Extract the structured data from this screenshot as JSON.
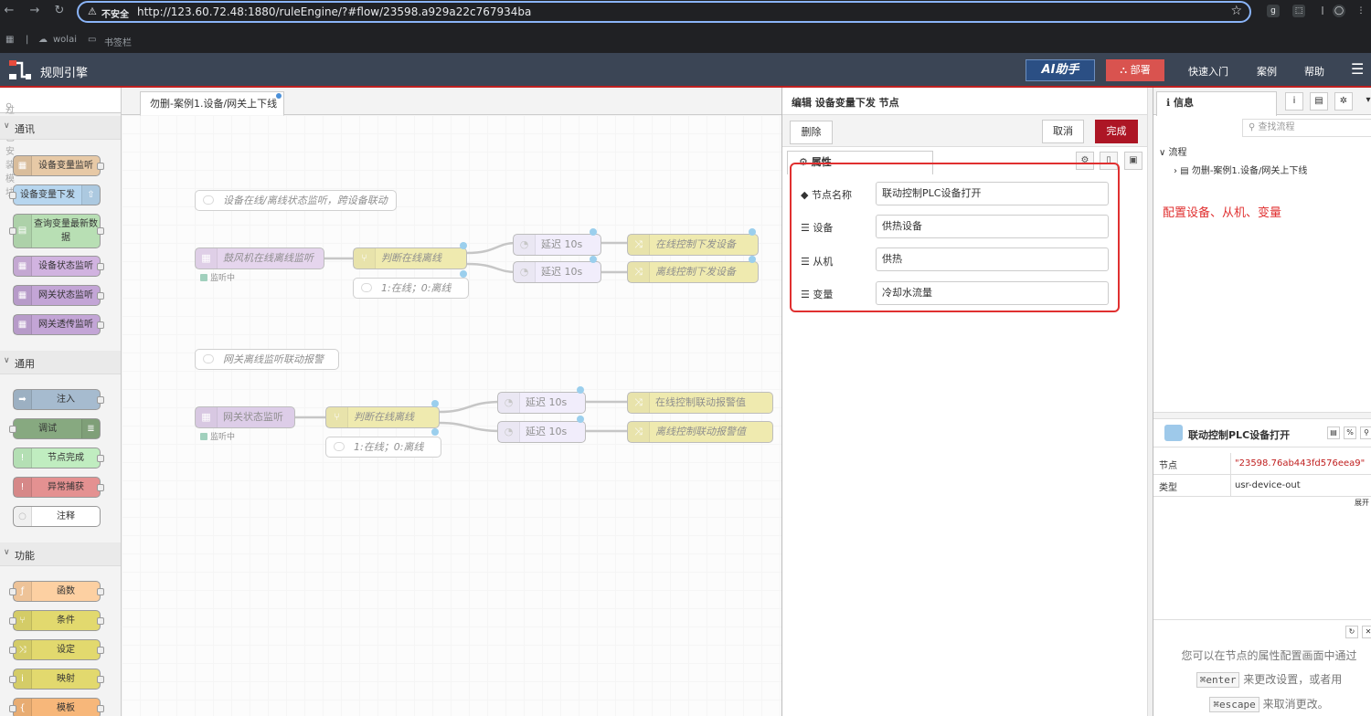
{
  "browser": {
    "insecure_label": "不安全",
    "url": "http://123.60.72.48:1880/ruleEngine/?#flow/23598.a929a22c767934ba",
    "bookmarks": [
      "wolai",
      "书签栏"
    ],
    "profile_initial": "g"
  },
  "header": {
    "title": "规则引擎",
    "ai_button": "AI助手",
    "deploy_button": "部署",
    "links": [
      "快速入门",
      "案例",
      "帮助"
    ]
  },
  "palette": {
    "search_placeholder": "过滤已安装模块",
    "categories": [
      {
        "name": "通讯",
        "nodes": [
          "设备变量监听",
          "设备变量下发",
          "查询变量最新数据",
          "设备状态监听",
          "网关状态监听",
          "网关透传监听"
        ]
      },
      {
        "name": "通用",
        "nodes": [
          "注入",
          "调试",
          "节点完成",
          "异常捕获",
          "注释"
        ]
      },
      {
        "name": "功能",
        "nodes": [
          "函数",
          "条件",
          "设定",
          "映射",
          "模板"
        ]
      }
    ]
  },
  "workspace": {
    "tab": "勿删-案例1.设备/网关上下线",
    "comments": [
      "设备在线/离线状态监听，跨设备联动",
      "网关离线监听联动报警"
    ],
    "nodes": {
      "fan_listen": "鼓风机在线离线监听",
      "judge1": "判断在线离线",
      "judge1_note": "1:在线；0:离线",
      "delay1a": "延迟 10s",
      "delay1b": "延迟 10s",
      "online_ctrl": "在线控制下发设备",
      "offline_ctrl": "离线控制下发设备",
      "gw_listen": "网关状态监听",
      "judge2": "判断在线离线",
      "judge2_note": "1:在线；0:离线",
      "delay2a": "延迟 10s",
      "delay2b": "延迟 10s",
      "online_alarm": "在线控制联动报警值",
      "offline_alarm": "离线控制联动报警值",
      "status1": "监听中",
      "status2": "监听中"
    }
  },
  "editor": {
    "title": "编辑 设备变量下发 节点",
    "delete": "删除",
    "cancel": "取消",
    "done": "完成",
    "tab": "属性",
    "fields": [
      {
        "label": "节点名称",
        "value": "联动控制PLC设备打开"
      },
      {
        "label": "设备",
        "value": "供热设备"
      },
      {
        "label": "从机",
        "value": "供热"
      },
      {
        "label": "变量",
        "value": "冷却水流量"
      }
    ]
  },
  "sidebar": {
    "tab": "信息",
    "search_placeholder": "查找流程",
    "tree_root": "流程",
    "tree_child": "勿删-案例1.设备/网关上下线",
    "annotation": "配置设备、从机、变量",
    "node_name": "联动控制PLC设备打开",
    "props": [
      {
        "key": "节点",
        "value": "\"23598.76ab443fd576eea9\""
      },
      {
        "key": "类型",
        "value": "usr-device-out"
      }
    ],
    "expand": "展开",
    "help_line1": "您可以在节点的属性配置画面中通过",
    "help_key1": "⌘enter",
    "help_line2": "来更改设置，或者用",
    "help_key2": "⌘escape",
    "help_line3": "来取消更改。"
  },
  "colors": {
    "accent": "#ad1625",
    "header": "#3b4555",
    "highlight": "#e03030"
  }
}
